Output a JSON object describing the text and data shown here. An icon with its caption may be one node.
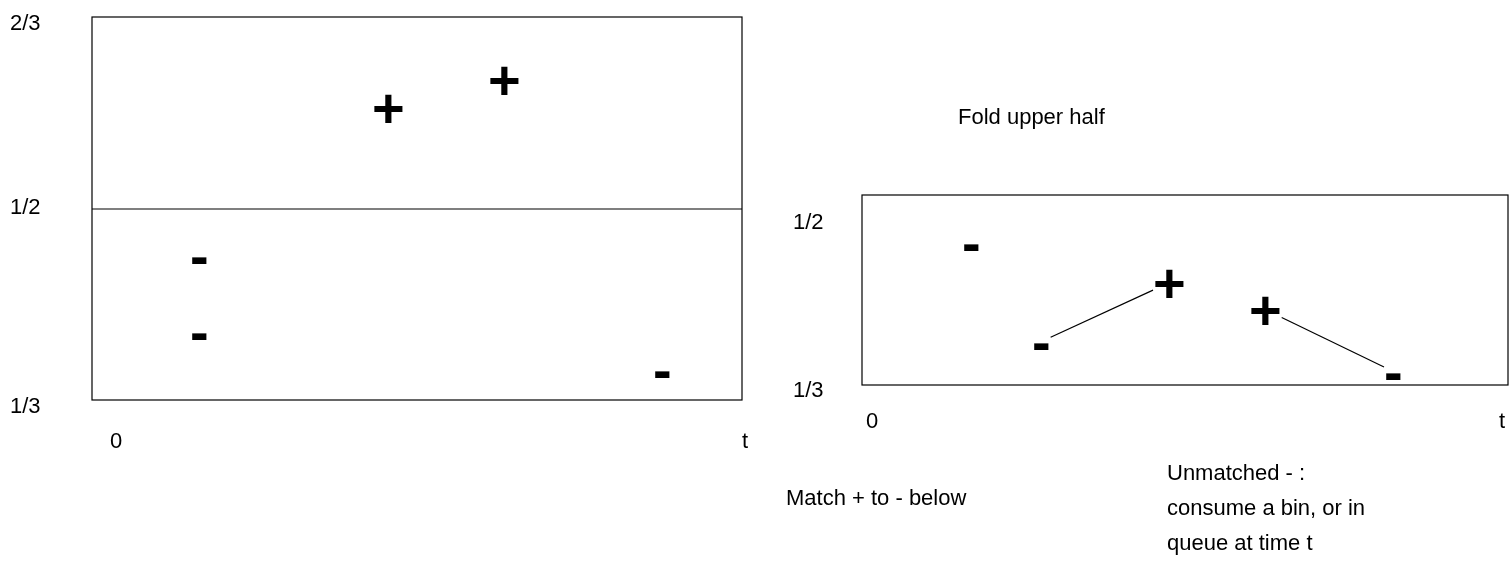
{
  "diagram": {
    "nodes": [
      {
        "text": [
          "-"
        ]
      },
      {
        "text": [
          "+"
        ]
      },
      {
        "text": [
          "+"
        ]
      },
      {
        "text": [
          "-"
        ]
      }
    ],
    "edges": [
      {
        "from": 0,
        "to": 1,
        "arrow": "none"
      },
      {
        "from": 2,
        "to": 3,
        "arrow": "none"
      }
    ],
    "labels": [
      "2/3",
      "+",
      "+",
      "Fold upper half",
      "1/2",
      "-",
      "1/2",
      "-",
      "-",
      "1/3",
      "-",
      "1/3",
      "0",
      "0",
      "t",
      "t",
      "Unmatched - : consume a bin, or in queue at time t",
      "Match + to - below"
    ]
  }
}
